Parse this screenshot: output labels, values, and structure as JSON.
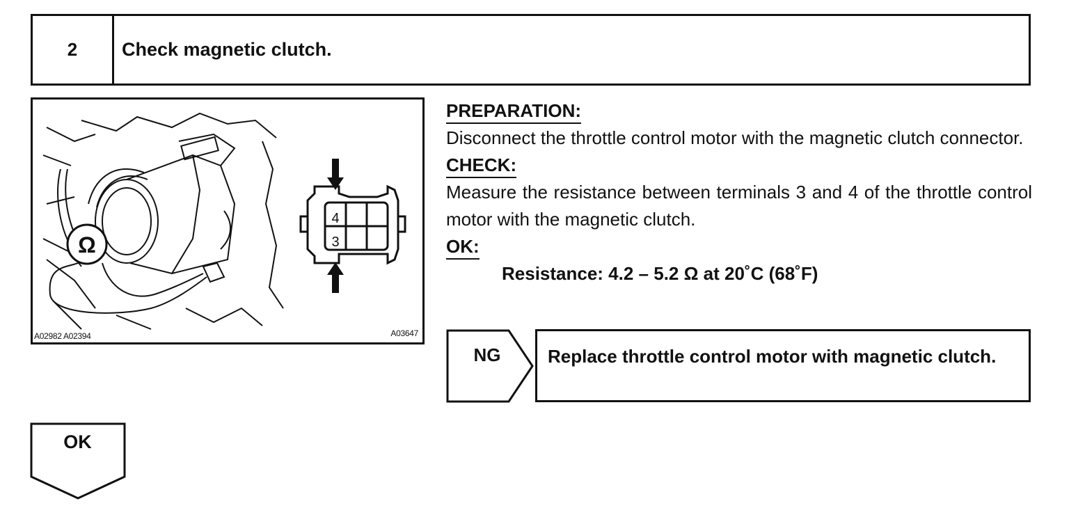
{
  "step": {
    "number": "2",
    "title": "Check magnetic clutch."
  },
  "figure": {
    "codes_left": "A02982 A02394",
    "code_right": "A03647",
    "ohm_symbol": "Ω",
    "terminal_top": "4",
    "terminal_bottom": "3",
    "icons": [
      "ohmmeter-icon",
      "connector-diagram-icon",
      "arrow-down-icon",
      "arrow-up-icon"
    ]
  },
  "preparation": {
    "heading": "PREPARATION:",
    "text": "Disconnect the throttle control motor with the magnetic clutch connector."
  },
  "check": {
    "heading": "CHECK:",
    "text": "Measure the resistance between terminals 3 and 4 of the throttle control motor with the magnetic clutch."
  },
  "ok_spec": {
    "heading": "OK:",
    "text": "Resistance: 4.2 – 5.2 Ω at 20˚C (68˚F)"
  },
  "ng": {
    "label": "NG",
    "action": "Replace throttle control motor with magnetic clutch."
  },
  "ok_next": {
    "label": "OK"
  }
}
